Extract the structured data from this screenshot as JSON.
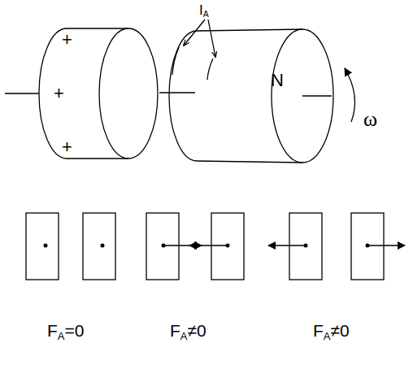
{
  "diagram": {
    "labels": [
      "+",
      "+",
      "+",
      "I",
      "A",
      "N",
      "ω",
      "F",
      "A",
      "=0",
      "F",
      "A",
      "≠0",
      "F",
      "A",
      "≠0"
    ]
  }
}
